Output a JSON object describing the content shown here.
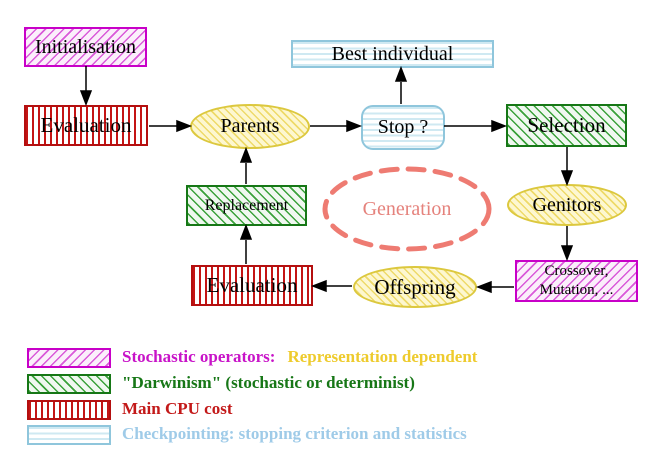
{
  "nodes": {
    "initialisation": {
      "label": "Initialisation"
    },
    "evaluation_top": {
      "label": "Evaluation"
    },
    "parents": {
      "label": "Parents"
    },
    "best_individual": {
      "label": "Best individual"
    },
    "stop": {
      "label": "Stop ?"
    },
    "selection": {
      "label": "Selection"
    },
    "replacement": {
      "label": "Replacement"
    },
    "generation": {
      "label": "Generation"
    },
    "genitors": {
      "label": "Genitors"
    },
    "evaluation_bottom": {
      "label": "Evaluation"
    },
    "offspring": {
      "label": "Offspring"
    },
    "crossover": {
      "line1": "Crossover,",
      "line2": "Mutation, ..."
    }
  },
  "legend": {
    "rows": [
      {
        "label": "Stochastic operators:",
        "label2": "Representation dependent"
      },
      {
        "label": "\"Darwinism\" (stochastic or determinist)"
      },
      {
        "label": "Main CPU cost"
      },
      {
        "label": "Checkpointing: stopping criterion and statistics"
      }
    ]
  },
  "colors": {
    "stochastic_magenta": "#c800c8",
    "darwinism_green": "#167716",
    "cpu_red": "#b40f0f",
    "checkpointing_cyan": "#8fc6dc",
    "operator_yellow": "#dcc83e",
    "generation_salmon": "#ee7b72",
    "legend_yellow_text": "#eecb2d",
    "arrow_black": "#000000"
  }
}
